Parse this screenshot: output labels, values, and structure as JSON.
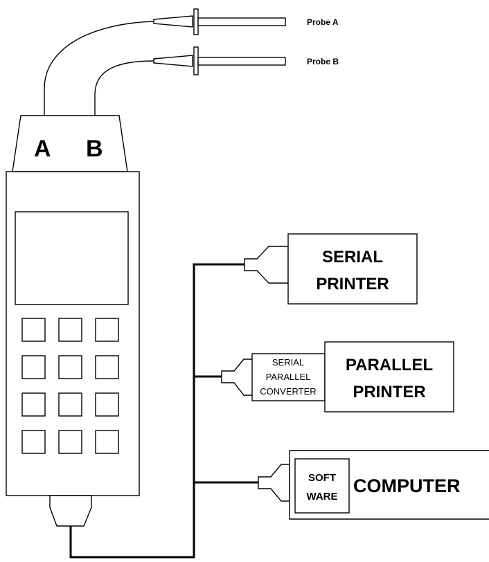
{
  "probes": {
    "probe_a_label": "Probe A",
    "probe_b_label": "Probe B"
  },
  "meter": {
    "port_a_label": "A",
    "port_b_label": "B",
    "keypad_rows": 4,
    "keypad_cols": 3
  },
  "serial_printer": {
    "line1": "SERIAL",
    "line2": "PRINTER"
  },
  "converter": {
    "line1": "SERIAL",
    "line2": "PARALLEL",
    "line3": "CONVERTER"
  },
  "parallel_printer": {
    "line1": "PARALLEL",
    "line2": "PRINTER"
  },
  "software": {
    "line1": "SOFT",
    "line2": "WARE"
  },
  "computer": {
    "label": "COMPUTER"
  }
}
